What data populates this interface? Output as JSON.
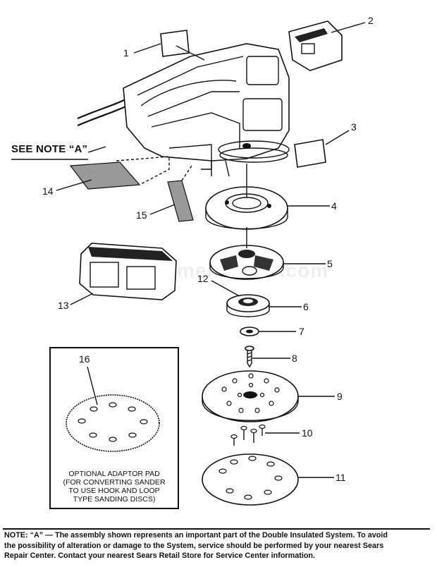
{
  "note_label": "SEE NOTE “A”",
  "watermark": "eReplacementParts.com",
  "part_numbers": {
    "p1": "1",
    "p2": "2",
    "p3": "3",
    "p4": "4",
    "p5": "5",
    "p6": "6",
    "p7": "7",
    "p8": "8",
    "p9": "9",
    "p10": "10",
    "p11": "11",
    "p12": "12",
    "p13": "13",
    "p14": "14",
    "p15": "15",
    "p16": "16"
  },
  "adaptor_caption": {
    "line1": "OPTIONAL ADAPTOR PAD",
    "line2": "(FOR CONVERTING SANDER",
    "line3": "TO USE HOOK AND LOOP",
    "line4": "TYPE SANDING DISCS)"
  },
  "footer_note": {
    "line1": "NOTE: “A” — The assembly shown represents an important part of the Double Insulated System. To avoid",
    "line2": "the possibility of alteration or damage to the System, service should be performed by your nearest Sears",
    "line3": "Repair Center. Contact your nearest Sears Retail Store for Service Center information."
  }
}
